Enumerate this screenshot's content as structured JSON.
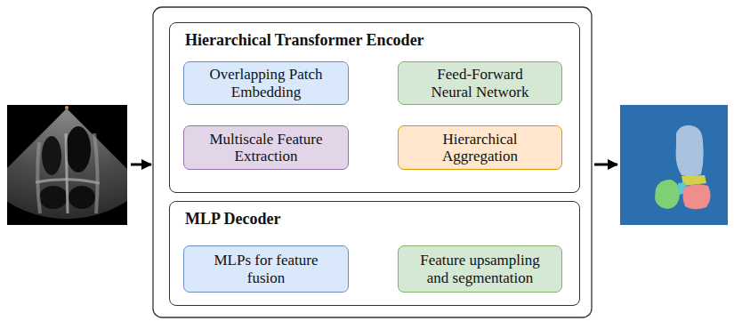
{
  "diagram": {
    "nodes": [
      {
        "text": [
          "Hierarchical Transformer Encoder"
        ]
      },
      {
        "text": [
          "Overlapping Patch Embedding"
        ],
        "in": 0
      },
      {
        "text": [
          "Feed-Forward Neural Network"
        ],
        "in": 0
      },
      {
        "text": [
          "Hierarchical Aggregation"
        ],
        "in": 0
      },
      {
        "text": [
          "Multiscale Feature Extraction"
        ],
        "in": 0
      },
      {
        "text": [
          "MLP Decoder"
        ]
      },
      {
        "text": [
          "MLPs for feature fusion"
        ],
        "in": 5
      },
      {
        "text": [
          "Feature upsampling and segmentation"
        ],
        "in": 5
      }
    ],
    "edges": [
      {
        "from": 1,
        "to": 2,
        "arrow": "to"
      },
      {
        "from": 2,
        "to": 3,
        "arrow": "to"
      },
      {
        "from": 3,
        "to": 4,
        "arrow": "to"
      },
      {
        "from": 6,
        "to": 7,
        "arrow": "to"
      }
    ]
  }
}
